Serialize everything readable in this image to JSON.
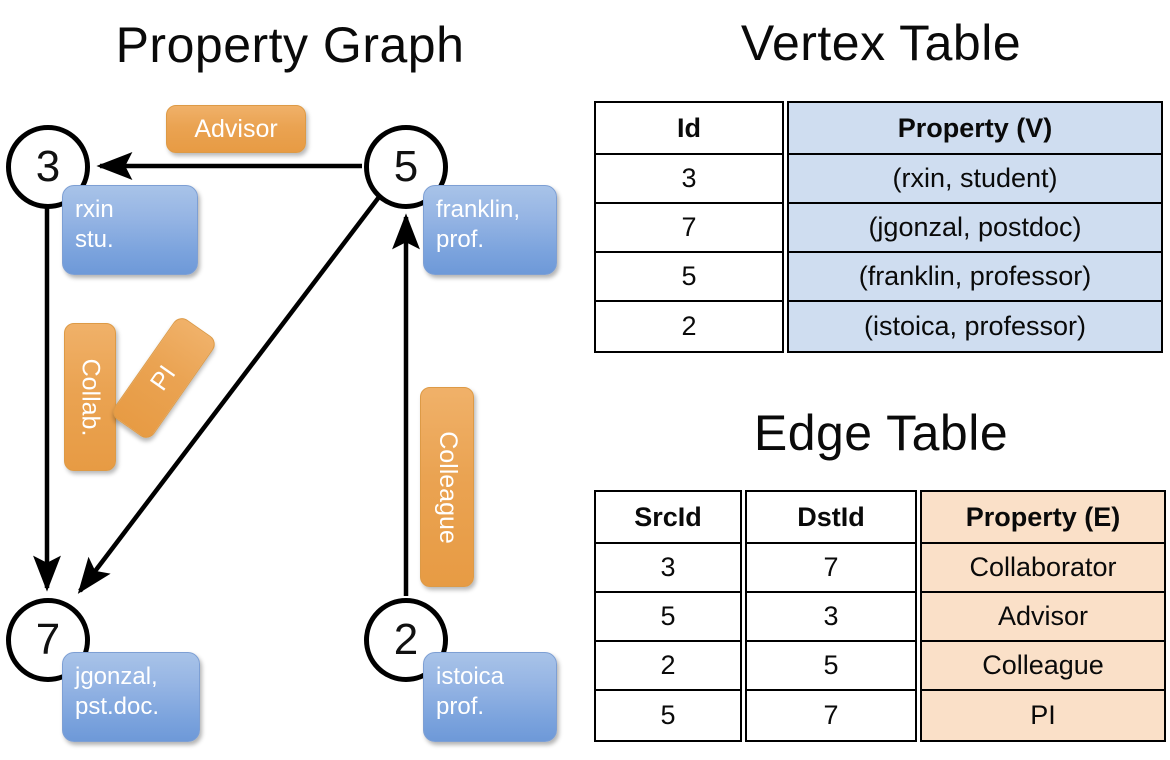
{
  "titles": {
    "property_graph": "Property Graph",
    "vertex_table": "Vertex Table",
    "edge_table": "Edge Table"
  },
  "colors": {
    "vertex_property_fill": "#cfddf0",
    "edge_property_fill": "#fae0c8",
    "node_callout_blue": "#7ba3dd",
    "edge_chip_orange": "#eaa352",
    "stroke": "#000000"
  },
  "graph": {
    "nodes": [
      {
        "id": "3",
        "callout": "rxin\nstu.",
        "callout_line1": "rxin",
        "callout_line2": "stu."
      },
      {
        "id": "5",
        "callout": "franklin,\nprof.",
        "callout_line1": "franklin,",
        "callout_line2": "prof."
      },
      {
        "id": "7",
        "callout": "jgonzal,\npst.doc.",
        "callout_line1": "jgonzal,",
        "callout_line2": "pst.doc."
      },
      {
        "id": "2",
        "callout": "istoica\nprof.",
        "callout_line1": "istoica",
        "callout_line2": "prof."
      }
    ],
    "edge_labels": [
      {
        "name": "advisor",
        "text": "Advisor",
        "from": "5",
        "to": "3"
      },
      {
        "name": "collab",
        "text": "Collab.",
        "from": "3",
        "to": "7"
      },
      {
        "name": "pi",
        "text": "PI",
        "from": "5",
        "to": "7"
      },
      {
        "name": "colleague",
        "text": "Colleague",
        "from": "2",
        "to": "5"
      }
    ]
  },
  "vertex_table": {
    "headers": [
      "Id",
      "Property (V)"
    ],
    "rows": [
      {
        "id": "3",
        "property": "(rxin, student)"
      },
      {
        "id": "7",
        "property": "(jgonzal, postdoc)"
      },
      {
        "id": "5",
        "property": "(franklin, professor)"
      },
      {
        "id": "2",
        "property": "(istoica, professor)"
      }
    ]
  },
  "edge_table": {
    "headers": [
      "SrcId",
      "DstId",
      "Property (E)"
    ],
    "rows": [
      {
        "src": "3",
        "dst": "7",
        "property": "Collaborator"
      },
      {
        "src": "5",
        "dst": "3",
        "property": "Advisor"
      },
      {
        "src": "2",
        "dst": "5",
        "property": "Colleague"
      },
      {
        "src": "5",
        "dst": "7",
        "property": "PI"
      }
    ]
  }
}
